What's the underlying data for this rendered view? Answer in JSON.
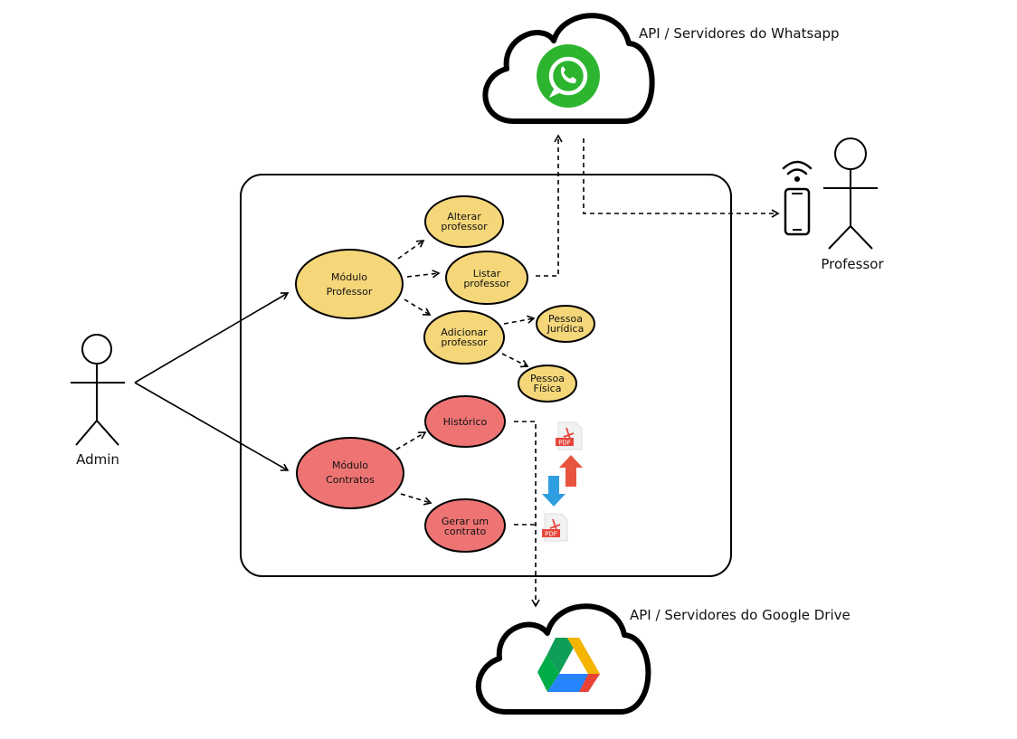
{
  "clouds": {
    "whatsapp_label": "API / Servidores do Whatsapp",
    "gdrive_label": "API / Servidores do Google Drive"
  },
  "actors": {
    "admin": "Admin",
    "professor": "Professor"
  },
  "nodes": {
    "modulo_professor": [
      "Módulo",
      "Professor"
    ],
    "alterar_professor": [
      "Alterar",
      "professor"
    ],
    "listar_professor": [
      "Listar",
      "professor"
    ],
    "adicionar_professor": [
      "Adicionar",
      "professor"
    ],
    "pessoa_juridica": [
      "Pessoa",
      "Jurídica"
    ],
    "pessoa_fisica": [
      "Pessoa",
      "Física"
    ],
    "modulo_contratos": [
      "Módulo",
      "Contratos"
    ],
    "historico": [
      "Histórico"
    ],
    "gerar_contrato": [
      "Gerar um",
      "contrato"
    ]
  },
  "pdf_icon_text": "PDF",
  "colors": {
    "professor_fill": "#f5d77a",
    "contratos_fill": "#ee7474",
    "whatsapp_green": "#2db52f",
    "arrow_up": "#e8553f",
    "arrow_down": "#2f9ee0"
  }
}
